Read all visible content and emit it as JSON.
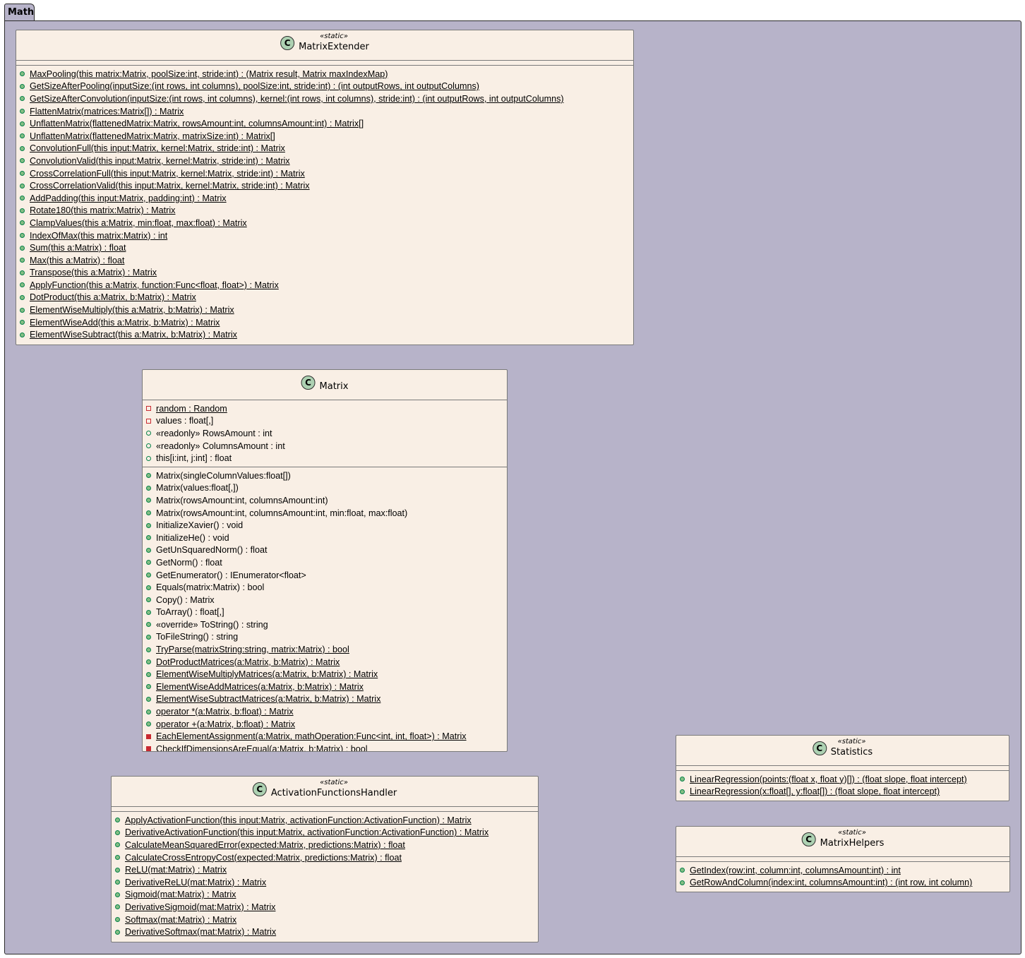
{
  "package": {
    "name": "Math"
  },
  "classes": {
    "matrix_extender": {
      "stereotype": "«static»",
      "name": "MatrixExtender",
      "fields": [],
      "methods": [
        {
          "vis": "pub-m",
          "static": true,
          "text": "MaxPooling(this matrix:Matrix, poolSize:int, stride:int) : (Matrix result, Matrix maxIndexMap)"
        },
        {
          "vis": "pub-m",
          "static": true,
          "text": "GetSizeAfterPooling(inputSize:(int rows, int columns), poolSize:int, stride:int) : (int outputRows, int outputColumns)"
        },
        {
          "vis": "pub-m",
          "static": true,
          "text": "GetSizeAfterConvolution(inputSize:(int rows, int columns), kernel:(int rows, int columns), stride:int) : (int outputRows, int outputColumns)"
        },
        {
          "vis": "pub-m",
          "static": true,
          "text": "FlattenMatrix(matrices:Matrix[]) : Matrix"
        },
        {
          "vis": "pub-m",
          "static": true,
          "text": "UnflattenMatrix(flattenedMatrix:Matrix, rowsAmount:int, columnsAmount:int) : Matrix[]"
        },
        {
          "vis": "pub-m",
          "static": true,
          "text": "UnflattenMatrix(flattenedMatrix:Matrix, matrixSize:int) : Matrix[]"
        },
        {
          "vis": "pub-m",
          "static": true,
          "text": "ConvolutionFull(this input:Matrix, kernel:Matrix, stride:int) : Matrix"
        },
        {
          "vis": "pub-m",
          "static": true,
          "text": "ConvolutionValid(this input:Matrix, kernel:Matrix, stride:int) : Matrix"
        },
        {
          "vis": "pub-m",
          "static": true,
          "text": "CrossCorrelationFull(this input:Matrix, kernel:Matrix, stride:int) : Matrix"
        },
        {
          "vis": "pub-m",
          "static": true,
          "text": "CrossCorrelationValid(this input:Matrix, kernel:Matrix, stride:int) : Matrix"
        },
        {
          "vis": "pub-m",
          "static": true,
          "text": "AddPadding(this input:Matrix, padding:int) : Matrix"
        },
        {
          "vis": "pub-m",
          "static": true,
          "text": "Rotate180(this matrix:Matrix) : Matrix"
        },
        {
          "vis": "pub-m",
          "static": true,
          "text": "ClampValues(this a:Matrix, min:float, max:float) : Matrix"
        },
        {
          "vis": "pub-m",
          "static": true,
          "text": "IndexOfMax(this matrix:Matrix) : int"
        },
        {
          "vis": "pub-m",
          "static": true,
          "text": "Sum(this a:Matrix) : float"
        },
        {
          "vis": "pub-m",
          "static": true,
          "text": "Max(this a:Matrix) : float"
        },
        {
          "vis": "pub-m",
          "static": true,
          "text": "Transpose(this a:Matrix) : Matrix"
        },
        {
          "vis": "pub-m",
          "static": true,
          "text": "ApplyFunction(this a:Matrix, function:Func<float, float>) : Matrix"
        },
        {
          "vis": "pub-m",
          "static": true,
          "text": "DotProduct(this a:Matrix, b:Matrix) : Matrix"
        },
        {
          "vis": "pub-m",
          "static": true,
          "text": "ElementWiseMultiply(this a:Matrix, b:Matrix) : Matrix"
        },
        {
          "vis": "pub-m",
          "static": true,
          "text": "ElementWiseAdd(this a:Matrix, b:Matrix) : Matrix"
        },
        {
          "vis": "pub-m",
          "static": true,
          "text": "ElementWiseSubtract(this a:Matrix, b:Matrix) : Matrix"
        }
      ]
    },
    "matrix": {
      "stereotype": "",
      "name": "Matrix",
      "fields": [
        {
          "vis": "priv-f",
          "static": true,
          "text": "random : Random"
        },
        {
          "vis": "priv-f",
          "static": false,
          "text": "values : float[,]"
        },
        {
          "vis": "pub-f",
          "static": false,
          "text": "«readonly» RowsAmount : int"
        },
        {
          "vis": "pub-f",
          "static": false,
          "text": "«readonly» ColumnsAmount : int"
        },
        {
          "vis": "pub-f",
          "static": false,
          "text": "this[i:int, j:int] : float"
        }
      ],
      "methods": [
        {
          "vis": "pub-m",
          "static": false,
          "text": "Matrix(singleColumnValues:float[])"
        },
        {
          "vis": "pub-m",
          "static": false,
          "text": "Matrix(values:float[,])"
        },
        {
          "vis": "pub-m",
          "static": false,
          "text": "Matrix(rowsAmount:int, columnsAmount:int)"
        },
        {
          "vis": "pub-m",
          "static": false,
          "text": "Matrix(rowsAmount:int, columnsAmount:int, min:float, max:float)"
        },
        {
          "vis": "pub-m",
          "static": false,
          "text": "InitializeXavier() : void"
        },
        {
          "vis": "pub-m",
          "static": false,
          "text": "InitializeHe() : void"
        },
        {
          "vis": "pub-m",
          "static": false,
          "text": "GetUnSquaredNorm() : float"
        },
        {
          "vis": "pub-m",
          "static": false,
          "text": "GetNorm() : float"
        },
        {
          "vis": "pub-m",
          "static": false,
          "text": "GetEnumerator() : IEnumerator<float>"
        },
        {
          "vis": "pub-m",
          "static": false,
          "text": "Equals(matrix:Matrix) : bool"
        },
        {
          "vis": "pub-m",
          "static": false,
          "text": "Copy() : Matrix"
        },
        {
          "vis": "pub-m",
          "static": false,
          "text": "ToArray() : float[,]"
        },
        {
          "vis": "pub-m",
          "static": false,
          "text": "«override» ToString() : string"
        },
        {
          "vis": "pub-m",
          "static": false,
          "text": "ToFileString() : string"
        },
        {
          "vis": "pub-m",
          "static": true,
          "text": "TryParse(matrixString:string, matrix:Matrix) : bool"
        },
        {
          "vis": "pub-m",
          "static": true,
          "text": "DotProductMatrices(a:Matrix, b:Matrix) : Matrix"
        },
        {
          "vis": "pub-m",
          "static": true,
          "text": "ElementWiseMultiplyMatrices(a:Matrix, b:Matrix) : Matrix"
        },
        {
          "vis": "pub-m",
          "static": true,
          "text": "ElementWiseAddMatrices(a:Matrix, b:Matrix) : Matrix"
        },
        {
          "vis": "pub-m",
          "static": true,
          "text": "ElementWiseSubtractMatrices(a:Matrix, b:Matrix) : Matrix"
        },
        {
          "vis": "pub-m",
          "static": true,
          "text": "operator *(a:Matrix, b:float) : Matrix"
        },
        {
          "vis": "pub-m",
          "static": true,
          "text": "operator +(a:Matrix, b:float) : Matrix"
        },
        {
          "vis": "priv-m",
          "static": true,
          "text": "EachElementAssignment(a:Matrix, mathOperation:Func<int, int, float>) : Matrix"
        },
        {
          "vis": "priv-m",
          "static": true,
          "text": "CheckIfDimensionsAreEqual(a:Matrix, b:Matrix) : bool"
        }
      ]
    },
    "activation_functions_handler": {
      "stereotype": "«static»",
      "name": "ActivationFunctionsHandler",
      "fields": [],
      "methods": [
        {
          "vis": "pub-m",
          "static": true,
          "text": "ApplyActivationFunction(this input:Matrix, activationFunction:ActivationFunction) : Matrix"
        },
        {
          "vis": "pub-m",
          "static": true,
          "text": "DerivativeActivationFunction(this input:Matrix, activationFunction:ActivationFunction) : Matrix"
        },
        {
          "vis": "pub-m",
          "static": true,
          "text": "CalculateMeanSquaredError(expected:Matrix, predictions:Matrix) : float"
        },
        {
          "vis": "pub-m",
          "static": true,
          "text": "CalculateCrossEntropyCost(expected:Matrix, predictions:Matrix) : float"
        },
        {
          "vis": "pub-m",
          "static": true,
          "text": "ReLU(mat:Matrix) : Matrix"
        },
        {
          "vis": "pub-m",
          "static": true,
          "text": "DerivativeReLU(mat:Matrix) : Matrix"
        },
        {
          "vis": "pub-m",
          "static": true,
          "text": "Sigmoid(mat:Matrix) : Matrix"
        },
        {
          "vis": "pub-m",
          "static": true,
          "text": "DerivativeSigmoid(mat:Matrix) : Matrix"
        },
        {
          "vis": "pub-m",
          "static": true,
          "text": "Softmax(mat:Matrix) : Matrix"
        },
        {
          "vis": "pub-m",
          "static": true,
          "text": "DerivativeSoftmax(mat:Matrix) : Matrix"
        }
      ]
    },
    "statistics": {
      "stereotype": "«static»",
      "name": "Statistics",
      "fields": [],
      "methods": [
        {
          "vis": "pub-m",
          "static": true,
          "text": "LinearRegression(points:(float x, float y)[]) : (float slope, float intercept)"
        },
        {
          "vis": "pub-m",
          "static": true,
          "text": "LinearRegression(x:float[], y:float[]) : (float slope, float intercept)"
        }
      ]
    },
    "matrix_helpers": {
      "stereotype": "«static»",
      "name": "MatrixHelpers",
      "fields": [],
      "methods": [
        {
          "vis": "pub-m",
          "static": true,
          "text": "GetIndex(row:int, column:int, columnsAmount:int) : int"
        },
        {
          "vis": "pub-m",
          "static": true,
          "text": "GetRowAndColumn(index:int, columnsAmount:int) : (int row, int column)"
        }
      ]
    }
  }
}
